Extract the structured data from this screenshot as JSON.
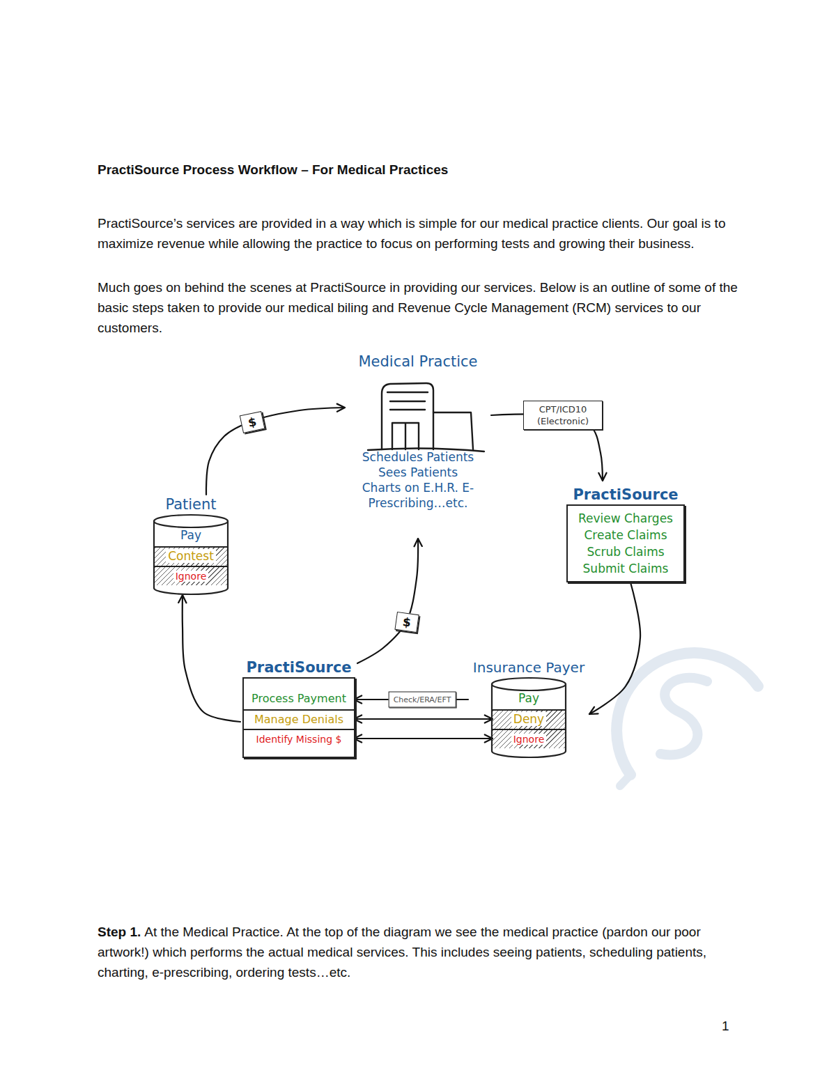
{
  "diagram": {
    "title": "PractiSource Process Workflow – For Medical Practices",
    "nodes": [
      {
        "text": [
          "Medical Practice",
          "Schedules Patients Sees Patients Charts on E.H.R. E-Prescribing…etc."
        ]
      },
      {
        "text": [
          "PractiSource",
          "Review Charges Create Claims Scrub Claims Submit Claims"
        ]
      },
      {
        "text": [
          "Patient"
        ]
      },
      {
        "text": [
          "Pay"
        ],
        "in": 2
      },
      {
        "text": [
          "Contest"
        ],
        "in": 2
      },
      {
        "text": [
          "Ignore"
        ],
        "in": 2
      },
      {
        "text": [
          "PractiSource"
        ]
      },
      {
        "text": [
          "Process Payment"
        ],
        "in": 6
      },
      {
        "text": [
          "Manage Denials"
        ],
        "in": 6
      },
      {
        "text": [
          "Identify Missing $"
        ],
        "in": 6
      },
      {
        "text": [
          "Insurance Payer"
        ]
      },
      {
        "text": [
          "Pay"
        ],
        "in": 10
      },
      {
        "text": [
          "Deny"
        ],
        "in": 10
      },
      {
        "text": [
          "Ignore"
        ],
        "in": 10
      }
    ],
    "edges": [
      {
        "from": 0,
        "to": 1,
        "label": "CPT/ICD10 (Electronic)",
        "arrow": "to"
      },
      {
        "from": 1,
        "to": 10,
        "arrow": "to"
      },
      {
        "from": 10,
        "to": 7,
        "label": "Check/ERA/EFT",
        "arrow": "to"
      },
      {
        "from": 8,
        "to": 12,
        "arrow": "both"
      },
      {
        "from": 9,
        "to": 13,
        "arrow": "both"
      },
      {
        "from": 6,
        "to": 0,
        "label": "$",
        "arrow": "to"
      },
      {
        "from": 6,
        "to": 2,
        "arrow": "to"
      },
      {
        "from": 2,
        "to": 0,
        "label": "$",
        "arrow": "to"
      }
    ],
    "labels": [
      "PractiSource’s services are provided in a way which is simple for our medical practice clients. Our goal is to maximize revenue while allowing the practice to focus on performing tests and growing their business.",
      "Much goes on behind the scenes at PractiSource in providing our services. Below is an outline of some of the basic steps taken to provide our medical biling and Revenue Cycle Management (RCM) services to our customers.",
      "Step 1.",
      "At the Medical Practice. At the top of the diagram we see the medical practice (pardon our poor artwork!) which performs the actual medical services. This includes seeing patients, scheduling patients, charting, e-prescribing, ordering tests…etc.",
      "1"
    ]
  }
}
